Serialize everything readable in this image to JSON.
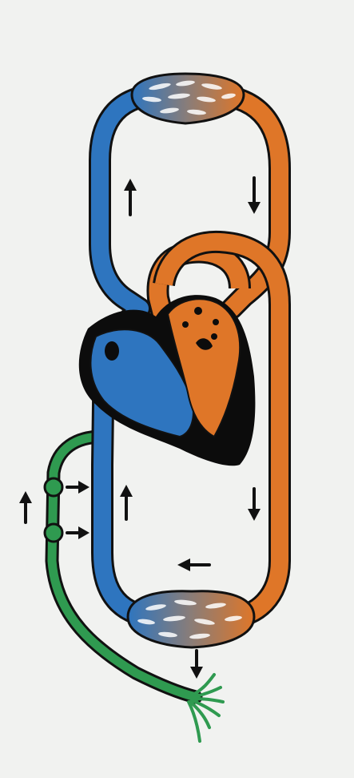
{
  "diagram": {
    "colors": {
      "background": "#f1f2f0",
      "venous_blue": "#2e75bf",
      "arterial_orange": "#df7628",
      "lymph_green": "#2f9a50",
      "outline": "#111111",
      "heart_dark": "#0c0c0c"
    },
    "parts": [
      "upper-capillary-bed",
      "lower-capillary-bed",
      "venous-vessel-loop",
      "arterial-vessel-loop",
      "heart",
      "lymphatic-vessel",
      "lymph-nodes",
      "flow-arrows"
    ]
  }
}
